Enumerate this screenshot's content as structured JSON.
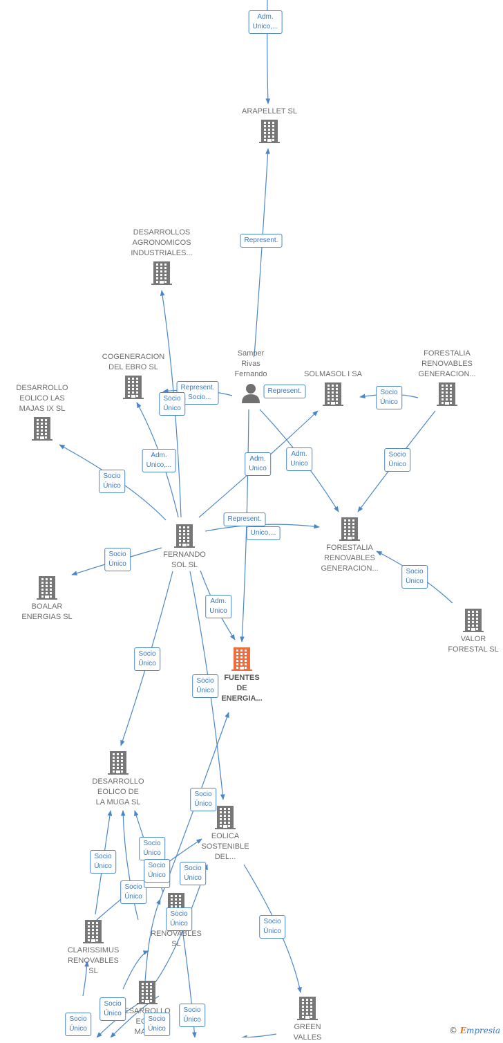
{
  "colors": {
    "edge": "#4a86c8",
    "building": "#777777",
    "highlight": "#f26b3a",
    "person": "#707070"
  },
  "nodes": [
    {
      "id": "arapellet",
      "type": "company",
      "label": [
        "ARAPELLET  SL"
      ],
      "label_pos": "above"
    },
    {
      "id": "dai",
      "type": "company",
      "label": [
        "DESARROLLOS",
        "AGRONOMICOS",
        "INDUSTRIALES..."
      ],
      "label_pos": "above"
    },
    {
      "id": "cogen",
      "type": "company",
      "label": [
        "COGENERACION",
        "DEL EBRO  SL"
      ],
      "label_pos": "above"
    },
    {
      "id": "samper",
      "type": "person",
      "label": [
        "Samper",
        "Rivas",
        "Fernando"
      ],
      "label_pos": "above"
    },
    {
      "id": "solmasol",
      "type": "company",
      "label": [
        "SOLMASOL I SA"
      ],
      "label_pos": "above"
    },
    {
      "id": "forestalia1",
      "type": "company",
      "label": [
        "FORESTALIA",
        "RENOVABLES",
        "GENERACION..."
      ],
      "label_pos": "above"
    },
    {
      "id": "majas9",
      "type": "company",
      "label": [
        "DESARROLLO",
        "EOLICO LAS",
        "MAJAS IX  SL"
      ],
      "label_pos": "above"
    },
    {
      "id": "fernando",
      "type": "company",
      "label": [
        "FERNANDO",
        "SOL SL"
      ],
      "label_pos": "below"
    },
    {
      "id": "forestalia2",
      "type": "company",
      "label": [
        "FORESTALIA",
        "RENOVABLES",
        "GENERACION..."
      ],
      "label_pos": "below"
    },
    {
      "id": "boalar",
      "type": "company",
      "label": [
        "BOALAR",
        "ENERGIAS  SL"
      ],
      "label_pos": "below"
    },
    {
      "id": "valor",
      "type": "company",
      "label": [
        "VALOR",
        "FORESTAL SL"
      ],
      "label_pos": "below"
    },
    {
      "id": "fuentes",
      "type": "company",
      "label": [
        "FUENTES",
        "DE",
        "ENERGIA..."
      ],
      "label_pos": "below",
      "main": true
    },
    {
      "id": "muga",
      "type": "company",
      "label": [
        "DESARROLLO",
        "EOLICO DE",
        "LA MUGA SL"
      ],
      "label_pos": "below"
    },
    {
      "id": "eolica",
      "type": "company",
      "label": [
        "EOLICA",
        "SOSTENIBLE",
        "DEL..."
      ],
      "label_pos": "below"
    },
    {
      "id": "renov",
      "type": "company",
      "label": [
        "N",
        "RENOVABLES",
        "SL"
      ],
      "label_pos": "below"
    },
    {
      "id": "clarissimus",
      "type": "company",
      "label": [
        "CLARISSIMUS",
        "RENOVABLES",
        "SL"
      ],
      "label_pos": "below"
    },
    {
      "id": "majas2",
      "type": "company",
      "label": [
        "ESARROLLO",
        "EOLIC",
        "MAJAS"
      ],
      "label_pos": "below"
    },
    {
      "id": "green",
      "type": "company",
      "label": [
        "GREEN",
        "VALLES"
      ],
      "label_pos": "below"
    }
  ],
  "edge_labels": [
    [
      "Adm.",
      "Unico,..."
    ],
    [
      "Represent."
    ],
    [
      "Represent.",
      ", Socio..."
    ],
    [
      "Socio",
      "Único"
    ],
    [
      "Represent."
    ],
    [
      "Socio",
      "Único"
    ],
    [
      "Socio",
      "Único"
    ],
    [
      "Adm.",
      "Unico,..."
    ],
    [
      "Adm.",
      "Unico"
    ],
    [
      "Adm.",
      "Unico"
    ],
    [
      "Socio",
      "Único"
    ],
    [
      "Represent."
    ],
    [
      "Unico,..."
    ],
    [
      "Socio",
      "Único"
    ],
    [
      "Socio",
      "Único"
    ],
    [
      "Adm.",
      "Unico"
    ],
    [
      "Socio",
      "Único"
    ],
    [
      "Socio",
      "Único"
    ],
    [
      "Socio",
      "Único"
    ],
    [
      "Socio",
      "Único"
    ],
    [
      "Socio",
      "Único"
    ],
    [
      "Socio",
      "Único"
    ],
    [
      "Socio",
      "Único"
    ],
    [
      "Socio",
      "Único"
    ],
    [
      "Socio",
      "Único"
    ],
    [
      "Socio",
      "Único"
    ],
    [
      "Socio",
      "Único"
    ],
    [
      "Socio",
      "Único"
    ],
    [
      "Socio",
      "Único"
    ],
    [
      "Socio",
      "Único"
    ],
    [
      "Socio",
      "Único"
    ]
  ],
  "credit": {
    "symbol": "©",
    "brand_first": "E",
    "brand_rest": "mpresia"
  }
}
